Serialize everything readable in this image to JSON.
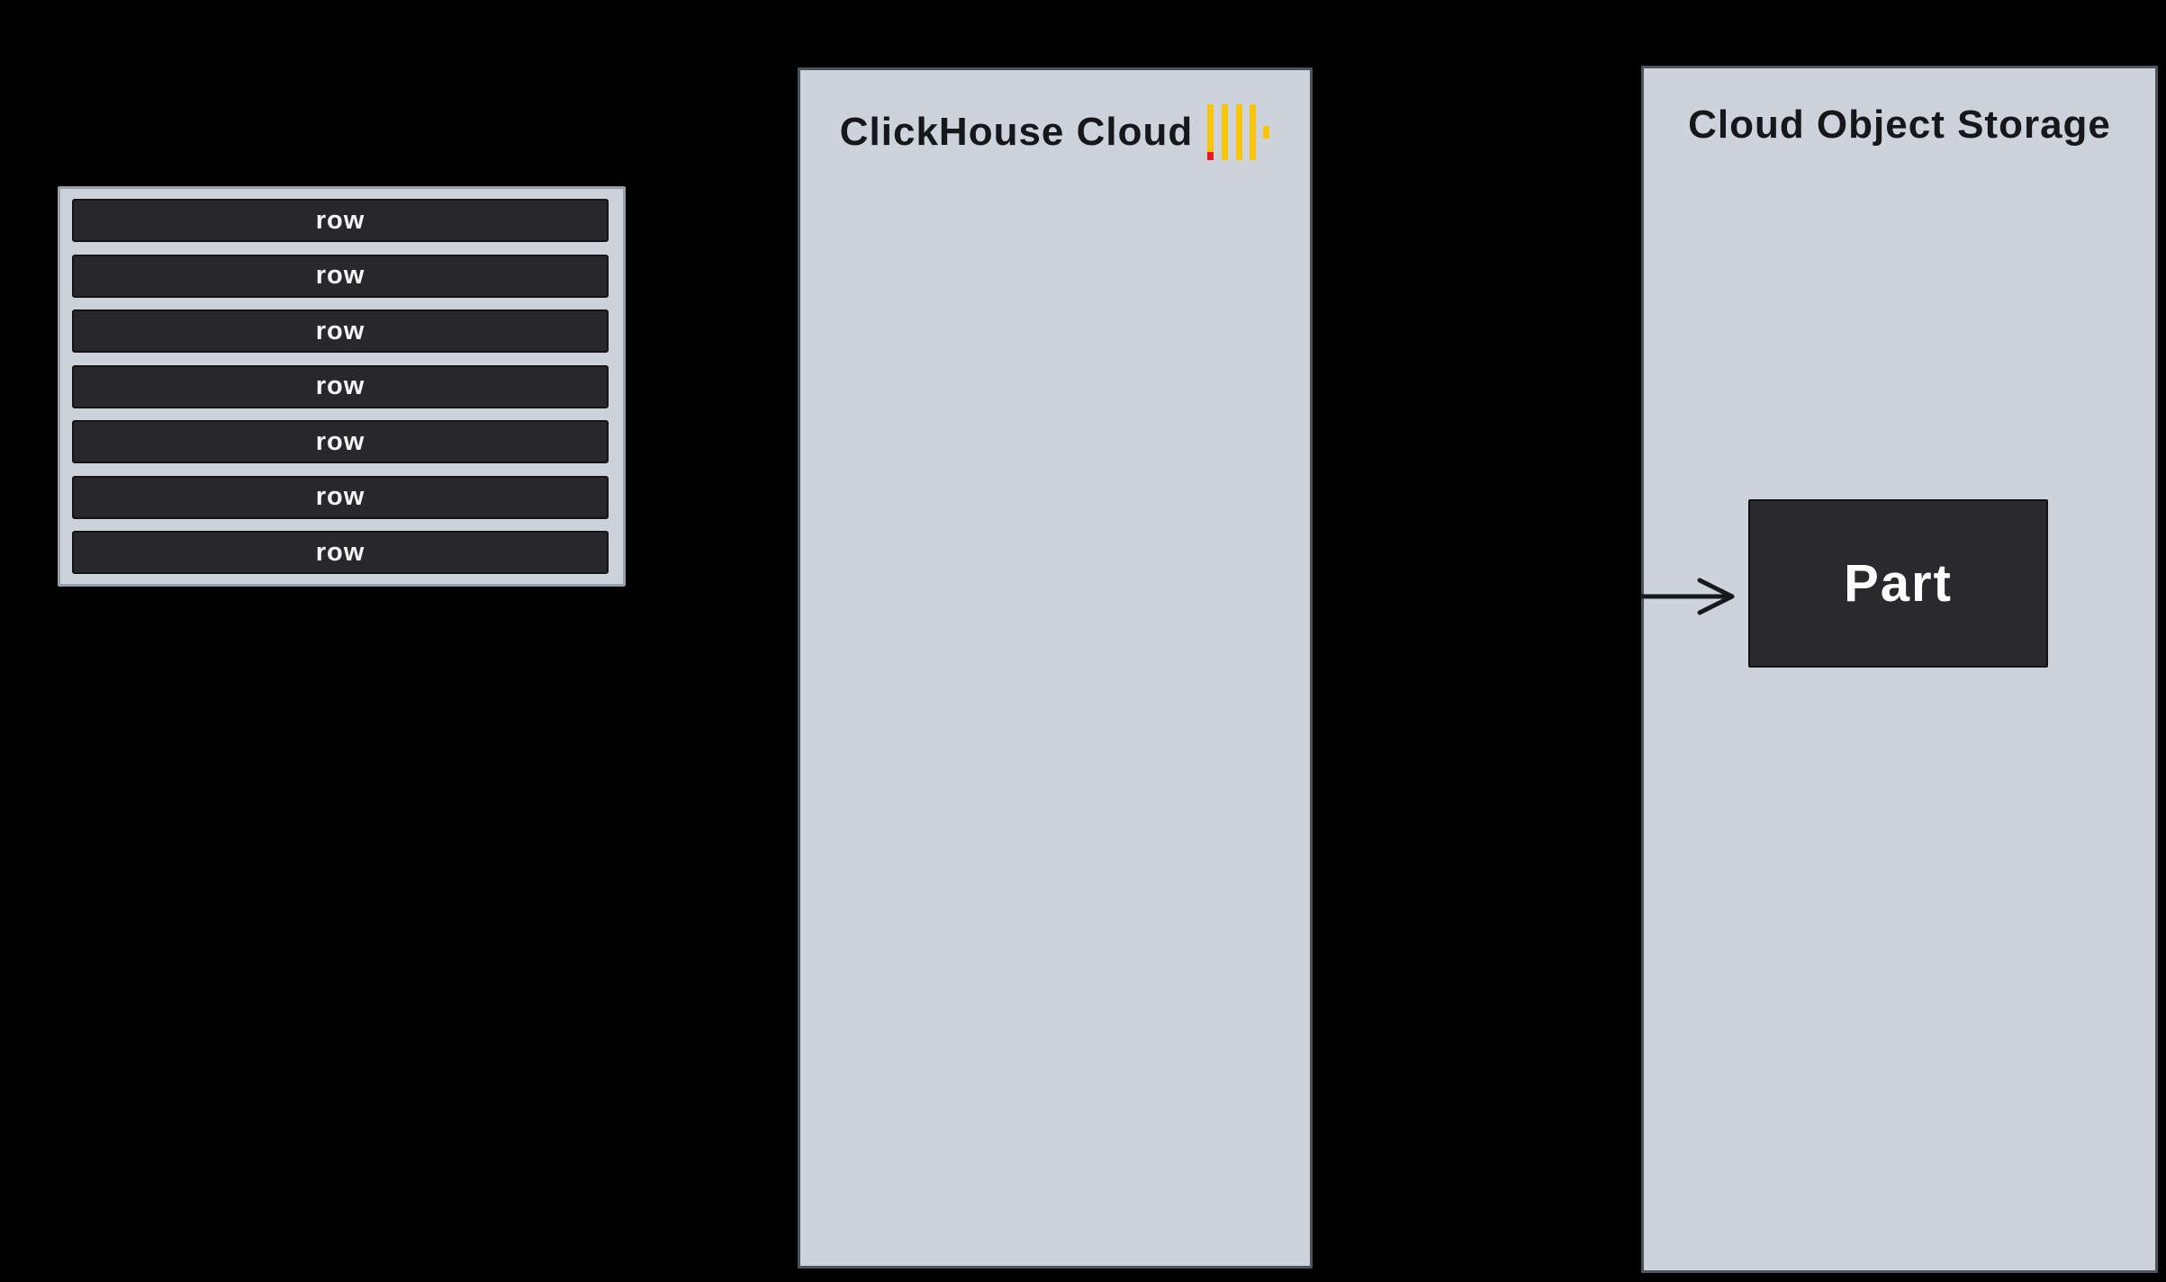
{
  "colors": {
    "background": "#000000",
    "panel_fill": "#ccd3da",
    "panel_border": "#4d555e",
    "rows_box_fill": "#cbd2d9",
    "row_fill": "#28282c",
    "row_text": "#f5f5f5",
    "part_fill": "#2a2a2e",
    "part_text": "#ffffff",
    "title_text": "#15171a",
    "logo_yellow": "#fdc400",
    "logo_red": "#ee1620",
    "arrow": "#17191c"
  },
  "rows_box": {
    "rows": [
      {
        "label": "row"
      },
      {
        "label": "row"
      },
      {
        "label": "row"
      },
      {
        "label": "row"
      },
      {
        "label": "row"
      },
      {
        "label": "row"
      },
      {
        "label": "row"
      }
    ]
  },
  "clickhouse_panel": {
    "title": "ClickHouse Cloud"
  },
  "storage_panel": {
    "title": "Cloud Object Storage",
    "part": {
      "label": "Part"
    }
  }
}
